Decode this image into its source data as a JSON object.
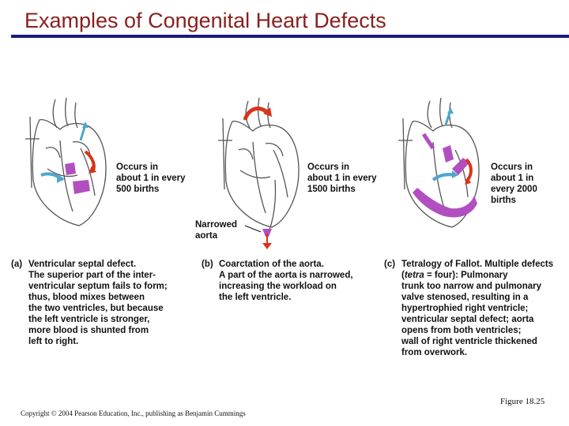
{
  "slide": {
    "title": "Examples of Congenital Heart Defects",
    "figure_number": "Figure 18.25",
    "copyright": "Copyright © 2004 Pearson Education, Inc., publishing as Benjamin Cummings"
  },
  "panels": [
    {
      "letter": "(a)",
      "heading": "Ventricular septal defect.",
      "description": "The superior part of the inter-\nventricular septum fails to form;\nthus, blood mixes between\nthe two ventricles, but because\nthe left ventricle is stronger,\nmore blood is shunted from\nleft to right.",
      "occurrence": "Occurs in\nabout 1 in every\n500 births"
    },
    {
      "letter": "(b)",
      "heading": "Coarctation of the aorta.",
      "description": "A part of the aorta is narrowed,\nincreasing the workload on\nthe left ventricle.",
      "occurrence": "Occurs in\nabout 1 in every\n1500 births",
      "callout": "Narrowed\naorta"
    },
    {
      "letter": "(c)",
      "heading_bold": "Tetralogy of Fallot.",
      "heading_rest": " Multiple defects (",
      "heading_italic": "tetra",
      "heading_after": " = four): Pulmonary",
      "description": "trunk too narrow and pulmonary\nvalve stenosed, resulting in a\nhypertrophied right ventricle;\nventricular septal defect; aorta\nopens from both ventricles;\nwall of right ventricle thickened\nfrom overwork.",
      "occurrence": "Occurs in\nabout 1 in\nevery 2000\nbirths"
    }
  ],
  "colors": {
    "title": "#8a2020",
    "rule": "#1a1a7a",
    "defect_purple": "#b24fc0",
    "oxygenated_arrow": "#d9341c",
    "deoxygenated_arrow": "#4fa6cf",
    "outline": "#555555"
  }
}
